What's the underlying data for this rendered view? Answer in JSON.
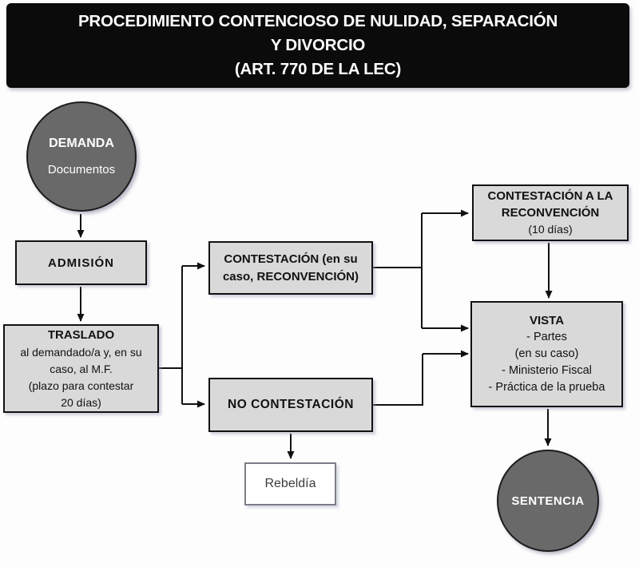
{
  "title": {
    "line1": "PROCEDIMIENTO CONTENCIOSO DE NULIDAD, SEPARACIÓN",
    "line2": "Y DIVORCIO",
    "line3": "(ART. 770 DE LA LEC)"
  },
  "nodes": {
    "demanda": {
      "title": "DEMANDA",
      "subtitle": "Documentos"
    },
    "admision": {
      "title": "ADMISIÓN"
    },
    "traslado": {
      "title": "TRASLADO",
      "line1": "al demandado/a y, en su",
      "line2": "caso, al M.F.",
      "line3": "(plazo para contestar",
      "line4": "20 días)"
    },
    "contestacion": {
      "line1": "CONTESTACIÓN (en su",
      "line2": "caso, RECONVENCIÓN)"
    },
    "no_contestacion": {
      "title": "NO CONTESTACIÓN"
    },
    "rebeldia": {
      "title": "Rebeldía"
    },
    "reconvencion": {
      "line1": "CONTESTACIÓN A LA",
      "line2": "RECONVENCIÓN",
      "line3": "(10 días)"
    },
    "vista": {
      "title": "VISTA",
      "line1": "- Partes",
      "line2": "(en su caso)",
      "line3": "- Ministerio Fiscal",
      "line4": "- Práctica de la prueba"
    },
    "sentencia": {
      "title": "SENTENCIA"
    }
  },
  "colors": {
    "background": "#fdfdfd",
    "header_bg": "#0b0b0b",
    "header_text": "#ffffff",
    "circle_fill": "#696969",
    "circle_text": "#ffffff",
    "box_fill": "#d9d9d9",
    "box_border": "#111111",
    "rebeldia_fill": "#ffffff",
    "rebeldia_border": "#7d7d88",
    "connector_color": "#111111"
  }
}
